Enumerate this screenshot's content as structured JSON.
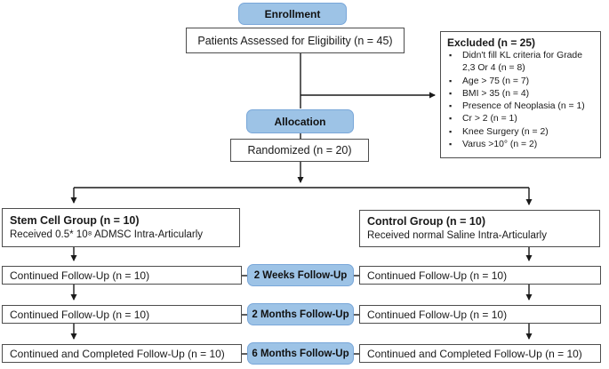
{
  "colors": {
    "milestone_fill": "#9DC3E6",
    "milestone_border": "#79A7D9",
    "box_border": "#4d4d4d",
    "line_color": "#1a1a1a"
  },
  "diagram": {
    "enrollment_label": "Enrollment",
    "eligibility": "Patients Assessed for Eligibility (n = 45)",
    "excluded": {
      "title": "Excluded (n = 25)",
      "items": [
        "Didn't fill KL criteria for Grade 2,3 Or 4 (n = 8)",
        "Age > 75 (n = 7)",
        "BMI > 35 (n = 4)",
        "Presence of Neoplasia (n = 1)",
        "Cr > 2 (n = 1)",
        "Knee Surgery (n = 2)",
        "Varus >10° (n = 2)"
      ]
    },
    "allocation_label": "Allocation",
    "randomized": "Randomized (n = 20)",
    "stem_cell_group": {
      "title": "Stem Cell Group (n = 10)",
      "subtitle": "Received 0.5* 10⁸ ADMSC Intra-Articularly"
    },
    "control_group": {
      "title": "Control Group (n = 10)",
      "subtitle": "Received normal Saline Intra-Articularly"
    },
    "followups": [
      {
        "left": "Continued Follow-Up (n = 10)",
        "milestone": "2 Weeks Follow-Up",
        "right": "Continued Follow-Up (n = 10)"
      },
      {
        "left": "Continued Follow-Up (n = 10)",
        "milestone": "2 Months Follow-Up",
        "right": "Continued Follow-Up (n = 10)"
      },
      {
        "left": "Continued and Completed Follow-Up (n = 10)",
        "milestone": "6 Months Follow-Up",
        "right": "Continued and Completed Follow-Up (n = 10)"
      }
    ]
  }
}
